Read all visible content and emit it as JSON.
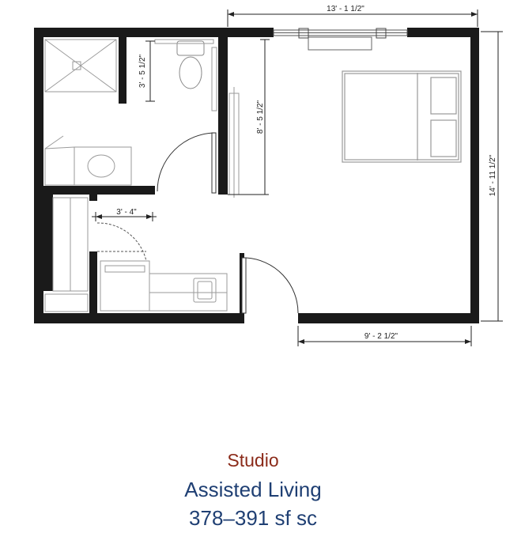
{
  "dimensions": {
    "top_width": "13' - 1 1/2\"",
    "bath_depth": "3' - 5 1/2\"",
    "closet_depth": "8' - 5 1/2\"",
    "door_width": "3' - 4\"",
    "bottom_width": "9' - 2 1/2\"",
    "right_height": "14' - 11 1/2\""
  },
  "caption": {
    "title": "Studio",
    "subtitle": "Assisted Living",
    "area": "378–391 sf sc"
  },
  "colors": {
    "wall": "#1a1a1a",
    "fixture": "#9a9a9a",
    "title": "#8b2b1a",
    "subtitle": "#1f3f73"
  }
}
